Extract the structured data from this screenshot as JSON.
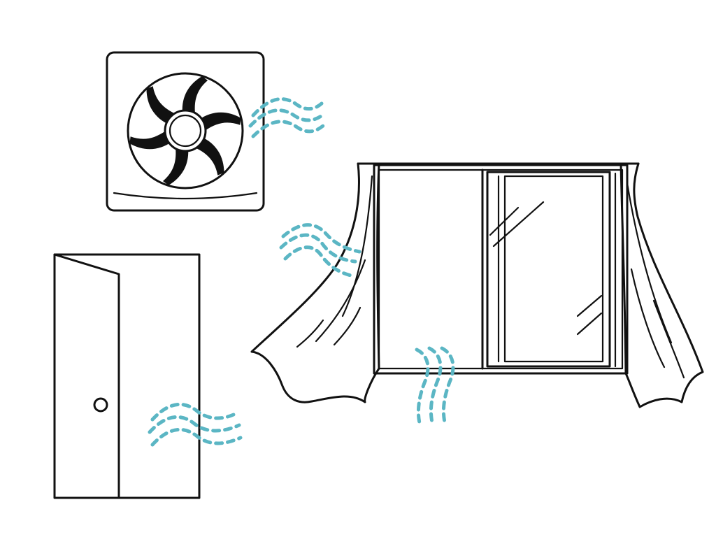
{
  "scene": {
    "objects": [
      "ventilation-fan",
      "door",
      "window-with-curtains"
    ],
    "palette": {
      "background": "#ffffff",
      "outline": "#111111",
      "airflow": "#5bb6c4"
    }
  }
}
